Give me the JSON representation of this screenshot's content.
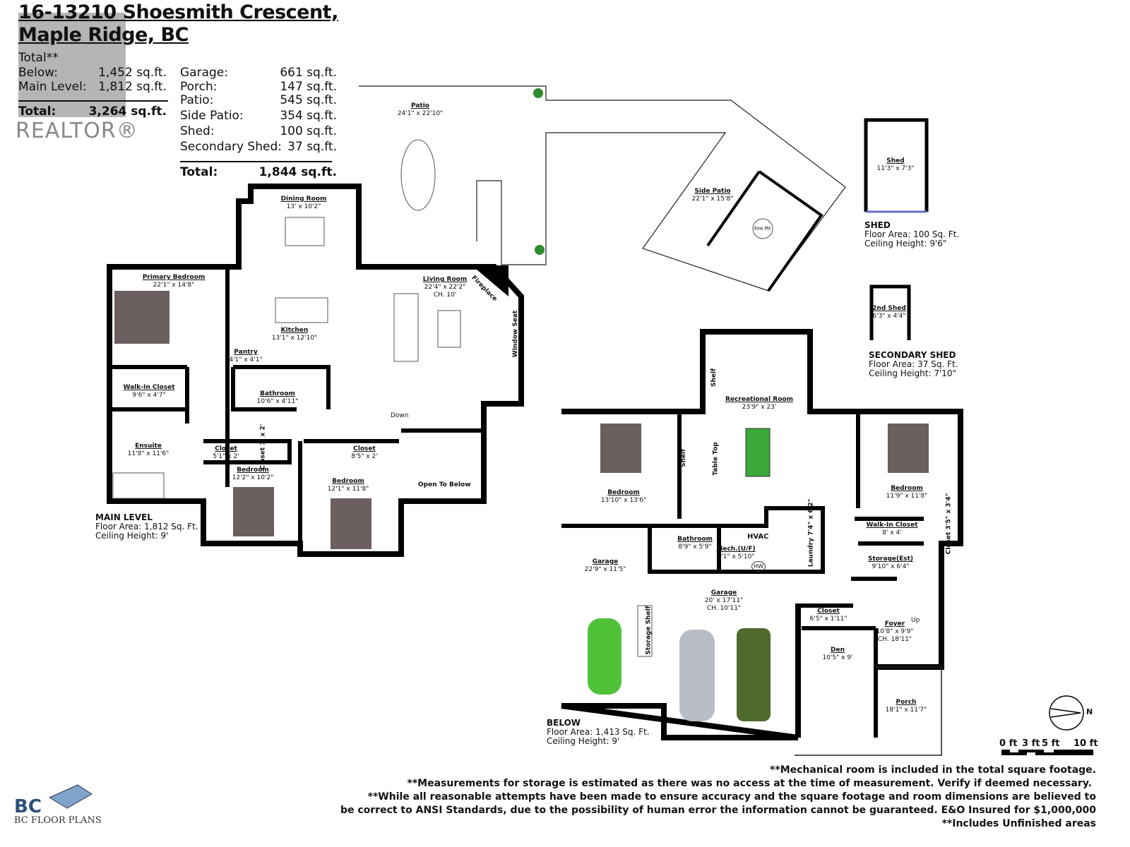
{
  "header": {
    "address_line1": "16-13210 Shoesmith Crescent,",
    "address_line2": "Maple Ridge, BC"
  },
  "logo": {
    "realtor": "REALTOR®",
    "bc_floor_plans": "BC FLOOR PLANS"
  },
  "summary_left": {
    "heading": "Total**",
    "rows": [
      {
        "label": "Below:",
        "value": "1,452 sq.ft."
      },
      {
        "label": "Main Level:",
        "value": "1,812 sq.ft."
      }
    ],
    "total": {
      "label": "Total:",
      "value": "3,264 sq.ft."
    }
  },
  "summary_right": {
    "rows": [
      {
        "label": "Garage:",
        "value": "661 sq.ft."
      },
      {
        "label": "Porch:",
        "value": "147 sq.ft."
      },
      {
        "label": "Patio:",
        "value": "545 sq.ft."
      },
      {
        "label": "Side Patio:",
        "value": "354 sq.ft."
      },
      {
        "label": "Shed:",
        "value": "100 sq.ft."
      },
      {
        "label": "Secondary Shed:",
        "value": "37 sq.ft."
      }
    ],
    "total": {
      "label": "Total:",
      "value": "1,844 sq.ft."
    }
  },
  "rooms": [
    {
      "name": "Patio",
      "dim": "24'1\" x 22'10\""
    },
    {
      "name": "Dining Room",
      "dim": "13' x 10'2\""
    },
    {
      "name": "Living Room",
      "dim": "22'4\" x 22'2\"",
      "extra": "CH. 10'"
    },
    {
      "name": "Primary Bedroom",
      "dim": "22'1\" x 14'8\""
    },
    {
      "name": "Kitchen",
      "dim": "13'1\" x 12'10\""
    },
    {
      "name": "Pantry",
      "dim": "4'1\" x 4'1\""
    },
    {
      "name": "Bathroom",
      "dim": "10'6\" x 4'11\""
    },
    {
      "name": "Walk-In Closet",
      "dim": "9'6\" x 4'7\""
    },
    {
      "name": "Ensuite",
      "dim": "11'8\" x 11'6\""
    },
    {
      "name": "Closet",
      "dim": "5'1\" x 2'"
    },
    {
      "name": "Bedroom",
      "dim": "12'2\" x 10'2\""
    },
    {
      "name": "Closet",
      "dim": "8'5\" x 2'"
    },
    {
      "name": "Bedroom",
      "dim": "12'1\" x 11'8\""
    },
    {
      "name": "Side Patio",
      "dim": "22'1\" x 15'8\""
    },
    {
      "name": "Shed",
      "dim": "11'3\" x 7'3\""
    },
    {
      "name": "2nd Shed",
      "dim": "6'3\" x 4'4\""
    },
    {
      "name": "Recreational Room",
      "dim": "23'9\" x 23'"
    },
    {
      "name": "Bedroom",
      "dim": "13'10\" x 13'6\""
    },
    {
      "name": "Bedroom",
      "dim": "11'9\" x 11'8\""
    },
    {
      "name": "Bathroom",
      "dim": "8'9\" x 5'9\""
    },
    {
      "name": "Mech.(U/F)",
      "dim": "6'1\" x 5'10\""
    },
    {
      "name": "Walk-In Closet",
      "dim": "8' x 4'"
    },
    {
      "name": "Storage(Est)",
      "dim": "9'10\" x 6'4\""
    },
    {
      "name": "Garage",
      "dim": "22'9\" x 11'5\""
    },
    {
      "name": "Garage",
      "dim": "20' x 17'11\"",
      "extra": "CH. 10'11\""
    },
    {
      "name": "Closet",
      "dim": "6'5\" x 1'11\""
    },
    {
      "name": "Foyer",
      "dim": "10'8\" x 9'9\"",
      "extra": "CH. 18'11\""
    },
    {
      "name": "Den",
      "dim": "10'5\" x 9'"
    },
    {
      "name": "Porch",
      "dim": "18'1\" x 11'7\""
    }
  ],
  "vertical_rooms": [
    {
      "label": "Closet 3' x 2'"
    },
    {
      "label": "Laundry 7'4\" x 6'2\""
    },
    {
      "label": "Closet 3'5\" x 3'4\""
    }
  ],
  "fixtures": {
    "fireplace": "Fireplace",
    "window_seat": "Window Seat",
    "down": "Down",
    "open_to_below": "Open To Below",
    "shelf": "Shelf",
    "table_top": "Table Top",
    "hvac": "HVAC",
    "hw": "HW",
    "storage_shelf": "Storage Shelf",
    "fire_pit": "Fire Pit",
    "up": "Up"
  },
  "levels": {
    "main": {
      "title": "MAIN LEVEL",
      "area": "Floor Area: 1,812 Sq. Ft.",
      "ceiling": "Ceiling Height: 9'"
    },
    "below": {
      "title": "BELOW",
      "area": "Floor Area: 1,413 Sq. Ft.",
      "ceiling": "Ceiling Height: 9'"
    },
    "shed": {
      "title": "SHED",
      "area": "Floor Area: 100 Sq. Ft.",
      "ceiling": "Ceiling Height: 9'6\""
    },
    "secondary_shed": {
      "title": "SECONDARY SHED",
      "area": "Floor Area: 37 Sq. Ft.",
      "ceiling": "Ceiling Height: 7'10\""
    }
  },
  "scale": {
    "labels": [
      "0 ft",
      "3 ft",
      "5 ft",
      "10 ft"
    ]
  },
  "compass": {
    "label": "N"
  },
  "notes": [
    "**Mechanical room is included in the total square footage.",
    "**Measurements for storage is estimated as there was no access at the time of measurement. Verify if deemed necessary.",
    "**While all reasonable attempts have been made to ensure accuracy and the square footage and room dimensions are believed to",
    "be correct to ANSI Standards, due to the possibility of human error the information cannot be guaranteed. E&O Insured for $1,000,000",
    "**Includes Unfinished areas"
  ],
  "colors": {
    "wall": "#000000",
    "door": "#2e9e3a",
    "window": "#6a6acd",
    "furniture": "#6b5f60",
    "car_green": "#4fc23a",
    "car_silver": "#b8bcc4",
    "car_olive": "#4f6b2c"
  }
}
